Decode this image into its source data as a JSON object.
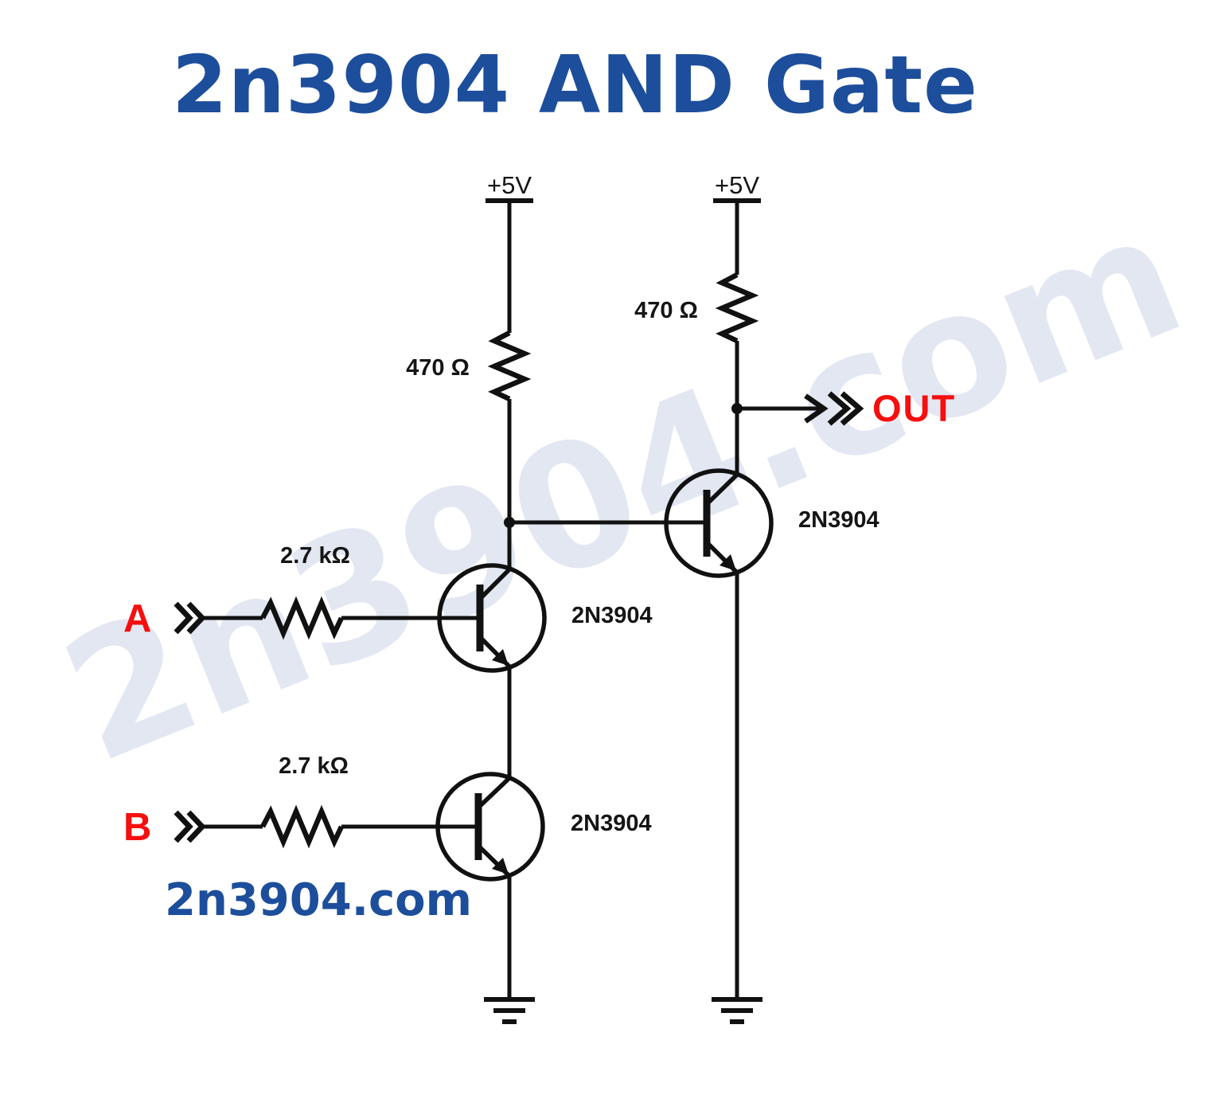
{
  "title": "2n3904 AND Gate",
  "watermark_text": "2n3904.com",
  "footer_site": "2n3904.com",
  "colors": {
    "brand_blue": "#1d4e9b",
    "io_red": "#f50f0f",
    "watermark_blue": "#e2e7f2",
    "ink": "#111111"
  },
  "schematic": {
    "supply_left": "+5V",
    "supply_right": "+5V",
    "resistor_left_label": "470 Ω",
    "resistor_right_label": "470 Ω",
    "resistor_a_label": "2.7 kΩ",
    "resistor_b_label": "2.7 kΩ",
    "transistor_q1_label": "2N3904",
    "transistor_q2_label": "2N3904",
    "transistor_q3_label": "2N3904",
    "input_a": "A",
    "input_b": "B",
    "output_label": "OUT"
  }
}
